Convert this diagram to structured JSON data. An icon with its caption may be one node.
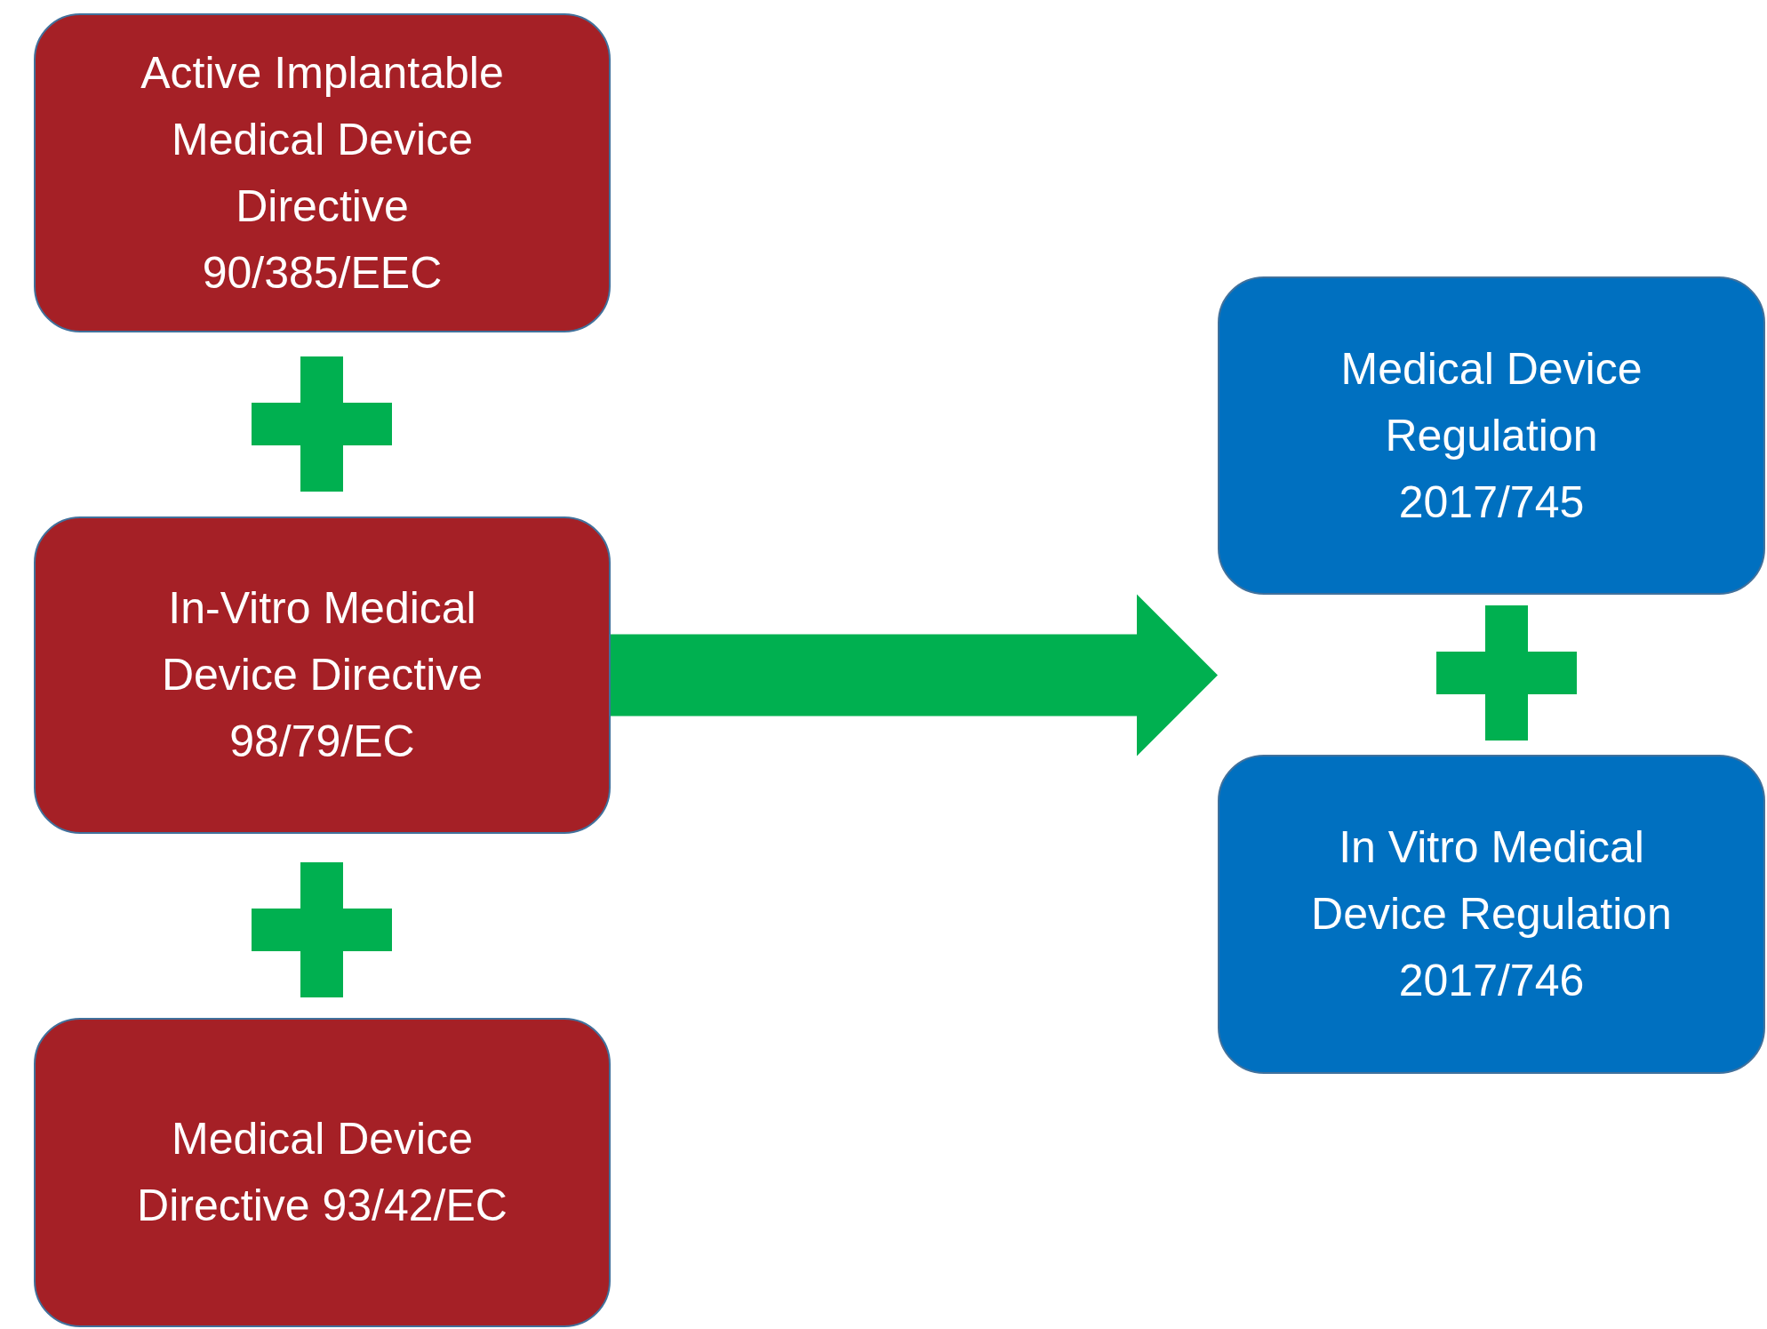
{
  "diagram": {
    "nodes": [
      {
        "text": [
          "Active Implantable Medical Device Directive 90/385/EEC"
        ]
      },
      {
        "text": [
          "In-Vitro Medical Device Directive 98/79/EC"
        ]
      },
      {
        "text": [
          "Medical Device Directive 93/42/EC"
        ]
      },
      {
        "text": [
          "Medical Device Regulation 2017/745"
        ]
      },
      {
        "text": [
          "In Vitro Medical Device Regulation 2017/746"
        ]
      }
    ],
    "edges": [
      {
        "from": 1,
        "to": 3,
        "arrow": "to",
        "style": "thick",
        "color": "#00b050"
      }
    ]
  }
}
